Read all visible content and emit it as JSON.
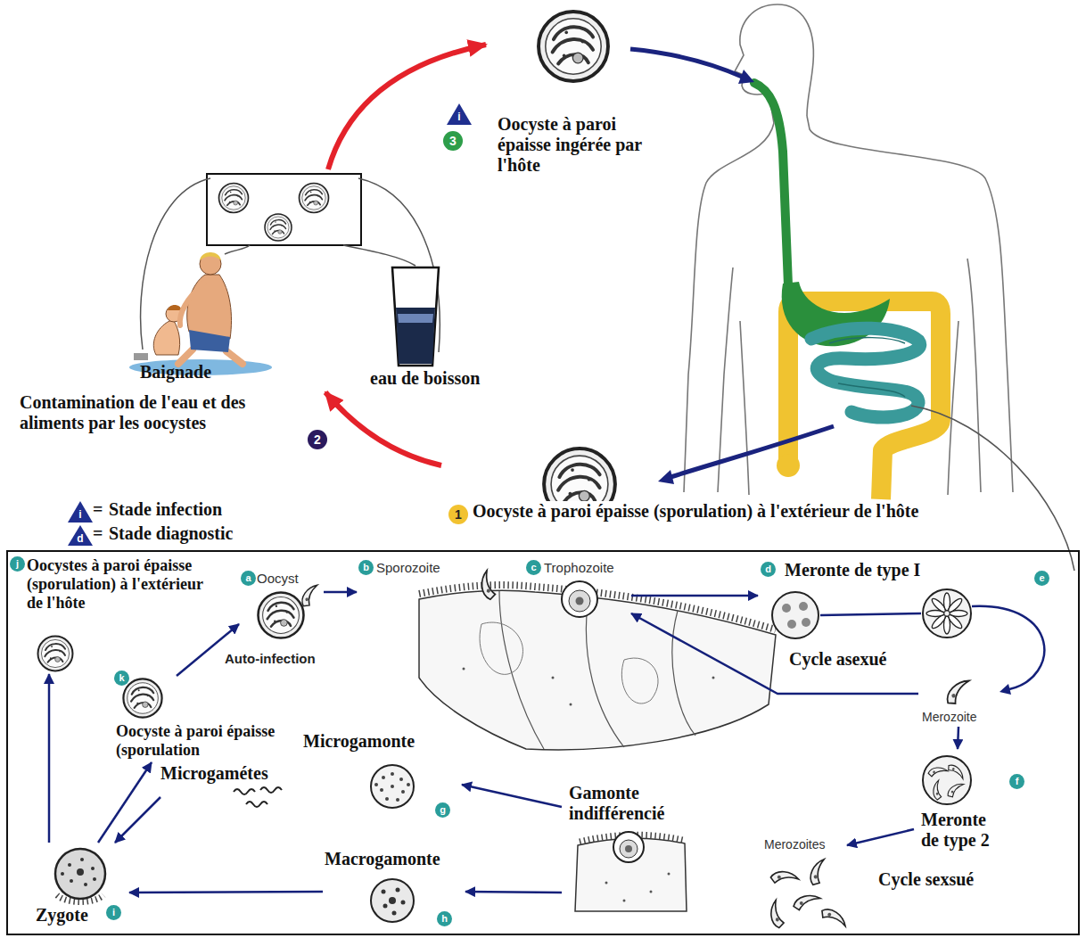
{
  "diagram": {
    "nodes": [
      {
        "text": [
          "Oocyste à paroi épaisse ingérée par l'hôte"
        ]
      },
      {
        "text": [
          "Baignade"
        ]
      },
      {
        "text": [
          "eau de boisson"
        ]
      },
      {
        "text": [
          "Oocyste à paroi épaisse (sporulation) à l'extérieur de l'hôte"
        ]
      },
      {
        "text": [
          "Oocyst"
        ]
      },
      {
        "text": [
          "Sporozoite"
        ]
      },
      {
        "text": [
          "Trophozoite"
        ]
      },
      {
        "text": [
          "Meronte de type I"
        ]
      },
      {
        "text": [
          "Merozoite"
        ]
      },
      {
        "text": [
          "Meronte de type 2"
        ]
      },
      {
        "text": [
          "Merozoites"
        ]
      },
      {
        "text": [
          "Gamonte indifférencié"
        ]
      },
      {
        "text": [
          "Microgamonte"
        ]
      },
      {
        "text": [
          "Microgamétes"
        ]
      },
      {
        "text": [
          "Macrogamonte"
        ]
      },
      {
        "text": [
          "Zygote"
        ]
      },
      {
        "text": [
          "Oocystes à paroi épaisse (sporulation) à l'extérieur de l'hôte"
        ]
      },
      {
        "text": [
          "Oocyste à paroi épaisse (sporulation"
        ]
      }
    ],
    "edges": [
      {
        "from": 1,
        "to": 0,
        "arrow": "to"
      },
      {
        "from": 3,
        "to": 1,
        "arrow": "to"
      },
      {
        "from": 4,
        "to": 5,
        "arrow": "to"
      },
      {
        "from": 6,
        "to": 7,
        "arrow": "to"
      },
      {
        "from": 8,
        "to": 6,
        "arrow": "to"
      },
      {
        "from": 8,
        "to": 9,
        "arrow": "to"
      },
      {
        "from": 9,
        "to": 10,
        "arrow": "to"
      },
      {
        "from": 11,
        "to": 12,
        "arrow": "to"
      },
      {
        "from": 11,
        "to": 14,
        "arrow": "to"
      },
      {
        "from": 13,
        "to": 15,
        "arrow": "to"
      },
      {
        "from": 14,
        "to": 15,
        "arrow": "to"
      },
      {
        "from": 15,
        "to": 16,
        "arrow": "to"
      },
      {
        "from": 15,
        "to": 17,
        "arrow": "to"
      },
      {
        "from": 17,
        "to": 4,
        "label": "Auto-infection",
        "arrow": "to"
      }
    ],
    "labels": [
      "i",
      "3",
      "Contamination de l'eau et des aliments par les oocystes",
      "2",
      "i",
      "=",
      "d",
      "=",
      "1",
      "a",
      "b",
      "c",
      "d",
      "e",
      "f",
      "g",
      "h",
      "i",
      "j",
      "k",
      "Cycle asexué",
      "Cycle sexsué"
    ],
    "legend": [
      {
        "text": "Stade infection"
      },
      {
        "text": "Stade diagnostic"
      }
    ]
  }
}
